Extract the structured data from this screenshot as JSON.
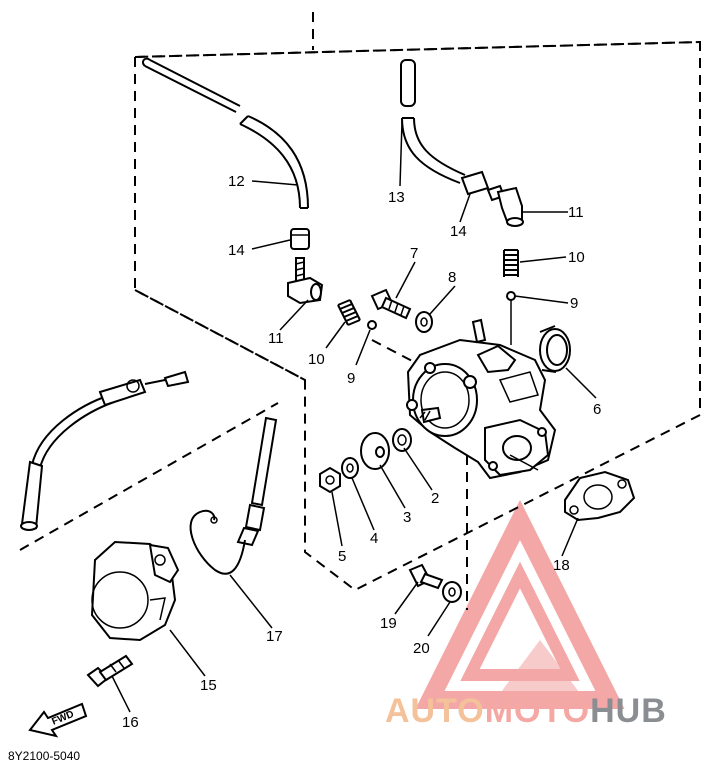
{
  "diagram": {
    "drawing_code": "8Y2100-5040",
    "fwd_arrow_label": "FWD",
    "callouts": [
      {
        "id": "c1",
        "label": "12"
      },
      {
        "id": "c2",
        "label": "14"
      },
      {
        "id": "c3",
        "label": "11"
      },
      {
        "id": "c4",
        "label": "10"
      },
      {
        "id": "c5",
        "label": "9"
      },
      {
        "id": "c6",
        "label": "7"
      },
      {
        "id": "c7",
        "label": "8"
      },
      {
        "id": "c8",
        "label": "13"
      },
      {
        "id": "c9",
        "label": "14"
      },
      {
        "id": "c10",
        "label": "11"
      },
      {
        "id": "c11",
        "label": "10"
      },
      {
        "id": "c12",
        "label": "9"
      },
      {
        "id": "c13",
        "label": "6"
      },
      {
        "id": "c14",
        "label": "2"
      },
      {
        "id": "c15",
        "label": "3"
      },
      {
        "id": "c16",
        "label": "4"
      },
      {
        "id": "c17",
        "label": "5"
      },
      {
        "id": "c18",
        "label": "18"
      },
      {
        "id": "c19",
        "label": "19"
      },
      {
        "id": "c20",
        "label": "20"
      },
      {
        "id": "c21",
        "label": "15"
      },
      {
        "id": "c22",
        "label": "16"
      },
      {
        "id": "c23",
        "label": "17"
      }
    ]
  },
  "watermark": {
    "part_auto": "AUTO",
    "part_moto": "MOTO",
    "part_hub": "HUB",
    "color_auto": "#f3c19a",
    "color_moto": "#f4a7a3",
    "color_hub": "#8a8d91",
    "logo_color": "#f29a98"
  }
}
